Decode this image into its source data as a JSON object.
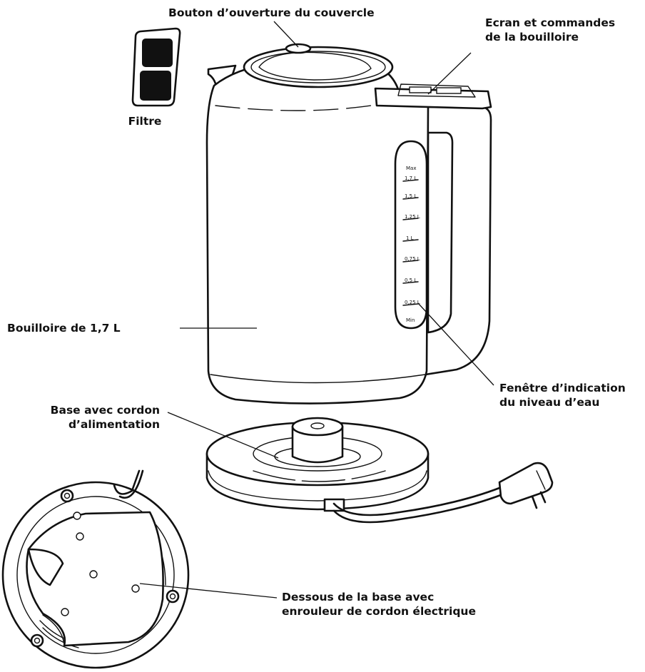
{
  "labels": {
    "lid_button": "Bouton d’ouverture du couvercle",
    "controls_line1": "Ecran et commandes",
    "controls_line2": "de la bouilloire",
    "filter": "Filtre",
    "kettle": "Bouilloire de 1,7 L",
    "window_line1": "Fenêtre d’indication",
    "window_line2": "du niveau d’eau",
    "base_line1": "Base avec cordon",
    "base_line2": "d’alimentation",
    "underside_line1": "Dessous de la base avec",
    "underside_line2": "enrouleur de cordon électrique"
  },
  "scale": {
    "max": "Max",
    "marks": [
      "1,7 L",
      "1,5 L",
      "1,25 L",
      "1 L",
      "0,75 L",
      "0,5 L",
      "0,25 L"
    ],
    "min": "Min"
  },
  "colors": {
    "line": "#111111",
    "fill": "#ffffff"
  }
}
